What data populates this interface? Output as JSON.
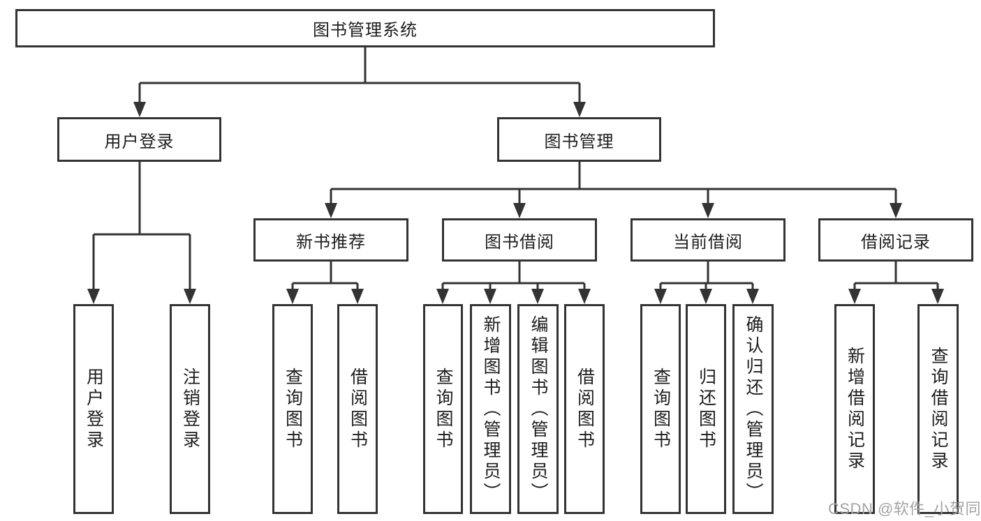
{
  "diagram_type": "hierarchy-tree",
  "colors": {
    "background": "#ffffff",
    "line": "#333333",
    "box_border": "#333333",
    "box_fill": "#ffffff",
    "text": "#1d1d1d",
    "watermark": "#a3a3a3"
  },
  "tree": {
    "label": "图书管理系统",
    "children": [
      {
        "label": "用户登录",
        "children": [
          {
            "label": "用户登录"
          },
          {
            "label": "注销登录"
          }
        ]
      },
      {
        "label": "图书管理",
        "children": [
          {
            "label": "新书推荐",
            "children": [
              {
                "label": "查询图书"
              },
              {
                "label": "借阅图书"
              }
            ]
          },
          {
            "label": "图书借阅",
            "children": [
              {
                "label": "查询图书"
              },
              {
                "label": "新增图书（管理员）"
              },
              {
                "label": "编辑图书（管理员）"
              },
              {
                "label": "借阅图书"
              }
            ]
          },
          {
            "label": "当前借阅",
            "children": [
              {
                "label": "查询图书"
              },
              {
                "label": "归还图书"
              },
              {
                "label": "确认归还（管理员）"
              }
            ]
          },
          {
            "label": "借阅记录",
            "children": [
              {
                "label": "新增借阅记录"
              },
              {
                "label": "查询借阅记录"
              }
            ]
          }
        ]
      }
    ]
  },
  "watermark": {
    "text": "CSDN @软件_小贺同学"
  }
}
